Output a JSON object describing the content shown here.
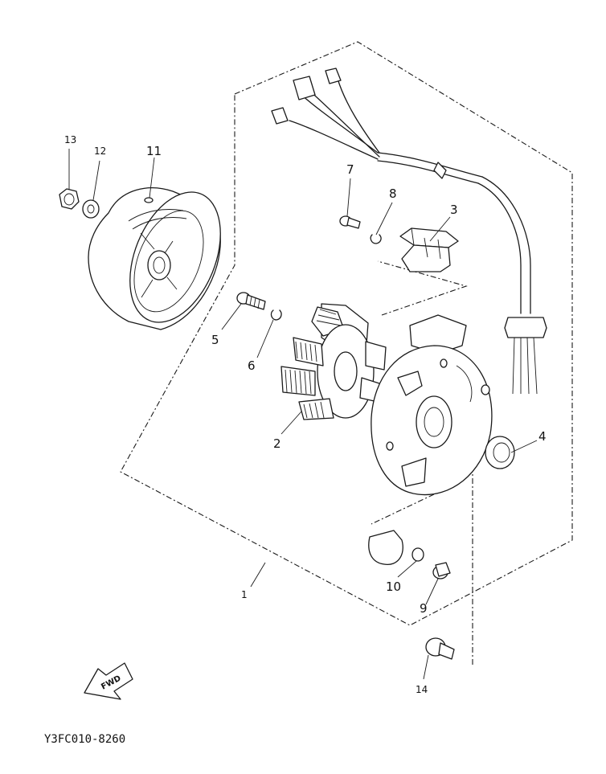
{
  "callouts": {
    "c1": "1",
    "c2": "2",
    "c3": "3",
    "c4": "4",
    "c5": "5",
    "c6": "6",
    "c7": "7",
    "c8": "8",
    "c9": "9",
    "c10": "10",
    "c11": "11",
    "c12": "12",
    "c13": "13",
    "c14": "14"
  },
  "fwd_label": "FWD",
  "figure_code": "Y3FC010-8260"
}
